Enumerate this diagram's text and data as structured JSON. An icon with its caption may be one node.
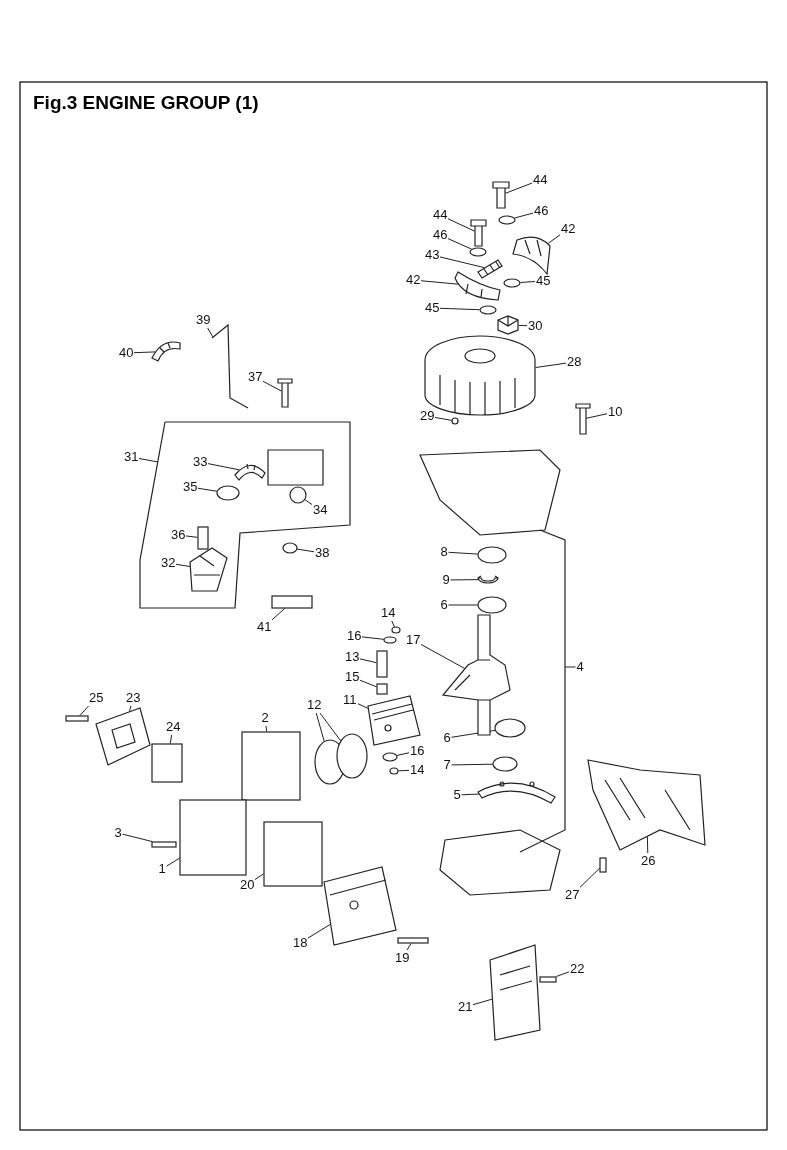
{
  "diagram": {
    "title": "Fig.3  ENGINE GROUP (1)",
    "nodes": [
      {
        "text": [
          "44"
        ]
      },
      {
        "text": [
          "46"
        ]
      },
      {
        "text": [
          "44"
        ]
      },
      {
        "text": [
          "42"
        ]
      },
      {
        "text": [
          "46"
        ]
      },
      {
        "text": [
          "43"
        ]
      },
      {
        "text": [
          "45"
        ]
      },
      {
        "text": [
          "42"
        ]
      },
      {
        "text": [
          "45"
        ]
      },
      {
        "text": [
          "39"
        ]
      },
      {
        "text": [
          "30"
        ]
      },
      {
        "text": [
          "40"
        ]
      },
      {
        "text": [
          "28"
        ]
      },
      {
        "text": [
          "37"
        ]
      },
      {
        "text": [
          "10"
        ]
      },
      {
        "text": [
          "29"
        ]
      },
      {
        "text": [
          "31"
        ]
      },
      {
        "text": [
          "33"
        ]
      },
      {
        "text": [
          "35"
        ]
      },
      {
        "text": [
          "34"
        ]
      },
      {
        "text": [
          "36"
        ]
      },
      {
        "text": [
          "8"
        ]
      },
      {
        "text": [
          "38"
        ]
      },
      {
        "text": [
          "32"
        ]
      },
      {
        "text": [
          "9"
        ]
      },
      {
        "text": [
          "6"
        ]
      },
      {
        "text": [
          "14"
        ]
      },
      {
        "text": [
          "41"
        ]
      },
      {
        "text": [
          "16"
        ]
      },
      {
        "text": [
          "17"
        ]
      },
      {
        "text": [
          "13"
        ]
      },
      {
        "text": [
          "4"
        ]
      },
      {
        "text": [
          "15"
        ]
      },
      {
        "text": [
          "25"
        ]
      },
      {
        "text": [
          "23"
        ]
      },
      {
        "text": [
          "11"
        ]
      },
      {
        "text": [
          "12"
        ]
      },
      {
        "text": [
          "2"
        ]
      },
      {
        "text": [
          "24"
        ]
      },
      {
        "text": [
          "6"
        ]
      },
      {
        "text": [
          "16"
        ]
      },
      {
        "text": [
          "7"
        ]
      },
      {
        "text": [
          "14"
        ]
      },
      {
        "text": [
          "5"
        ]
      },
      {
        "text": [
          "3"
        ]
      },
      {
        "text": [
          "26"
        ]
      },
      {
        "text": [
          "1"
        ]
      },
      {
        "text": [
          "20"
        ]
      },
      {
        "text": [
          "27"
        ]
      },
      {
        "text": [
          "18"
        ]
      },
      {
        "text": [
          "19"
        ]
      },
      {
        "text": [
          "22"
        ]
      },
      {
        "text": [
          "21"
        ]
      },
      {
        "text": [],
        "shape": "picture"
      },
      {
        "text": [],
        "shape": "circle"
      },
      {
        "text": [],
        "shape": "picture"
      },
      {
        "text": [],
        "shape": "picture"
      },
      {
        "text": [],
        "shape": "circle"
      },
      {
        "text": [],
        "shape": "picture"
      },
      {
        "text": [],
        "shape": "circle"
      },
      {
        "text": [],
        "shape": "picture"
      },
      {
        "text": [],
        "shape": "circle"
      },
      {
        "text": [],
        "shape": "picture"
      },
      {
        "text": [],
        "shape": "picture"
      },
      {
        "text": [],
        "shape": "picture"
      },
      {
        "text": [],
        "shape": "picture"
      },
      {
        "text": [],
        "shape": "picture"
      },
      {
        "text": [],
        "shape": "picture"
      },
      {
        "text": [],
        "shape": "circle"
      },
      {
        "text": [],
        "shape": "picture"
      },
      {
        "text": [],
        "shape": "circle"
      },
      {
        "text": [],
        "shape": "circle"
      },
      {
        "text": [],
        "shape": "box"
      },
      {
        "text": [],
        "shape": "circle"
      },
      {
        "text": [],
        "shape": "circle"
      },
      {
        "text": [],
        "shape": "picture"
      },
      {
        "text": [],
        "shape": "picture"
      },
      {
        "text": [],
        "shape": "circle"
      },
      {
        "text": [],
        "shape": "circle"
      },
      {
        "text": [],
        "shape": "box"
      },
      {
        "text": [],
        "shape": "circle"
      },
      {
        "text": [],
        "shape": "picture"
      },
      {
        "text": [],
        "shape": "box"
      },
      {
        "text": [],
        "shape": "box"
      },
      {
        "text": [],
        "shape": "box"
      },
      {
        "text": [],
        "shape": "picture"
      },
      {
        "text": [],
        "shape": "picture"
      },
      {
        "text": [],
        "shape": "circle"
      },
      {
        "text": [],
        "shape": "circle"
      },
      {
        "text": [],
        "shape": "box"
      },
      {
        "text": [],
        "shape": "box"
      },
      {
        "text": [],
        "shape": "circle"
      },
      {
        "text": [],
        "shape": "circle"
      },
      {
        "text": [],
        "shape": "circle"
      },
      {
        "text": [],
        "shape": "circle"
      },
      {
        "text": [],
        "shape": "picture"
      },
      {
        "text": [],
        "shape": "box"
      },
      {
        "text": [],
        "shape": "picture"
      },
      {
        "text": [],
        "shape": "box"
      },
      {
        "text": [],
        "shape": "box"
      },
      {
        "text": [],
        "shape": "box"
      },
      {
        "text": [],
        "shape": "picture"
      },
      {
        "text": [],
        "shape": "box"
      },
      {
        "text": [],
        "shape": "box"
      },
      {
        "text": [],
        "shape": "picture"
      }
    ],
    "edges": [
      {
        "from": 0,
        "to": 53,
        "arrow": "none"
      },
      {
        "from": 1,
        "to": 54,
        "arrow": "none"
      },
      {
        "from": 2,
        "to": 55,
        "arrow": "none"
      },
      {
        "from": 3,
        "to": 56,
        "arrow": "none"
      },
      {
        "from": 4,
        "to": 57,
        "arrow": "none"
      },
      {
        "from": 5,
        "to": 58,
        "arrow": "none"
      },
      {
        "from": 6,
        "to": 59,
        "arrow": "none"
      },
      {
        "from": 7,
        "to": 60,
        "arrow": "none"
      },
      {
        "from": 8,
        "to": 61,
        "arrow": "none"
      },
      {
        "from": 9,
        "to": 62,
        "arrow": "none"
      },
      {
        "from": 10,
        "to": 63,
        "arrow": "none"
      },
      {
        "from": 11,
        "to": 64,
        "arrow": "none"
      },
      {
        "from": 12,
        "to": 65,
        "arrow": "none"
      },
      {
        "from": 13,
        "to": 66,
        "arrow": "none"
      },
      {
        "from": 14,
        "to": 67,
        "arrow": "none"
      },
      {
        "from": 15,
        "to": 68,
        "arrow": "none"
      },
      {
        "from": 16,
        "to": null,
        "arrow": "none"
      },
      {
        "from": 17,
        "to": 69,
        "arrow": "none"
      },
      {
        "from": 18,
        "to": 70,
        "arrow": "none"
      },
      {
        "from": 19,
        "to": 71,
        "arrow": "none"
      },
      {
        "from": 20,
        "to": 72,
        "arrow": "none"
      },
      {
        "from": 21,
        "to": 73,
        "arrow": "none"
      },
      {
        "from": 22,
        "to": 74,
        "arrow": "none"
      },
      {
        "from": 23,
        "to": 75,
        "arrow": "none"
      },
      {
        "from": 24,
        "to": 76,
        "arrow": "none"
      },
      {
        "from": 25,
        "to": 77,
        "arrow": "none"
      },
      {
        "from": 26,
        "to": 78,
        "arrow": "none"
      },
      {
        "from": 27,
        "to": 79,
        "arrow": "none"
      },
      {
        "from": 28,
        "to": 80,
        "arrow": "none"
      },
      {
        "from": 29,
        "to": 81,
        "arrow": "none"
      },
      {
        "from": 30,
        "to": 82,
        "arrow": "none"
      },
      {
        "from": 31,
        "to": null,
        "arrow": "none"
      },
      {
        "from": 32,
        "to": 83,
        "arrow": "none"
      },
      {
        "from": 33,
        "to": 84,
        "arrow": "none"
      },
      {
        "from": 34,
        "to": 85,
        "arrow": "none"
      },
      {
        "from": 35,
        "to": 86,
        "arrow": "none"
      },
      {
        "from": 36,
        "to": 87,
        "arrow": "none"
      },
      {
        "from": 36,
        "to": 88,
        "arrow": "none"
      },
      {
        "from": 37,
        "to": 89,
        "arrow": "none"
      },
      {
        "from": 38,
        "to": 90,
        "arrow": "none"
      },
      {
        "from": 39,
        "to": 91,
        "arrow": "none"
      },
      {
        "from": 40,
        "to": 92,
        "arrow": "none"
      },
      {
        "from": 41,
        "to": 93,
        "arrow": "none"
      },
      {
        "from": 42,
        "to": 94,
        "arrow": "none"
      },
      {
        "from": 43,
        "to": 95,
        "arrow": "none"
      },
      {
        "from": 44,
        "to": 96,
        "arrow": "none"
      },
      {
        "from": 45,
        "to": 97,
        "arrow": "none"
      },
      {
        "from": 46,
        "to": 98,
        "arrow": "none"
      },
      {
        "from": 47,
        "to": 99,
        "arrow": "none"
      },
      {
        "from": 48,
        "to": 100,
        "arrow": "none"
      },
      {
        "from": 49,
        "to": 101,
        "arrow": "none"
      },
      {
        "from": 50,
        "to": 102,
        "arrow": "none"
      },
      {
        "from": 51,
        "to": 103,
        "arrow": "none"
      },
      {
        "from": 52,
        "to": 104,
        "arrow": "none"
      }
    ]
  }
}
